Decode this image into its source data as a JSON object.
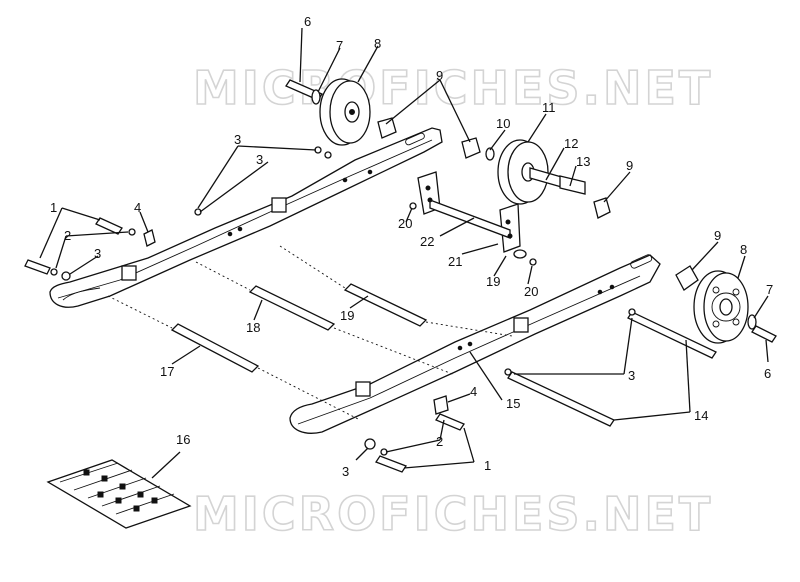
{
  "watermark": "MICROFICHES.NET",
  "callouts": {
    "c1a": "1",
    "c1b": "1",
    "c2a": "2",
    "c2b": "2",
    "c3a": "3",
    "c3b": "3",
    "c3c": "3",
    "c3d": "3",
    "c4a": "4",
    "c4b": "4",
    "c6a": "6",
    "c6b": "6",
    "c7a": "7",
    "c7b": "7",
    "c8a": "8",
    "c8b": "8",
    "c9a": "9",
    "c9b": "9",
    "c9c": "9",
    "c10": "10",
    "c11": "11",
    "c12": "12",
    "c13": "13",
    "c14": "14",
    "c15": "15",
    "c16": "16",
    "c17": "17",
    "c18": "18",
    "c19": "19",
    "c19b": "19",
    "c20a": "20",
    "c20b": "20",
    "c21": "21",
    "c22": "22"
  }
}
